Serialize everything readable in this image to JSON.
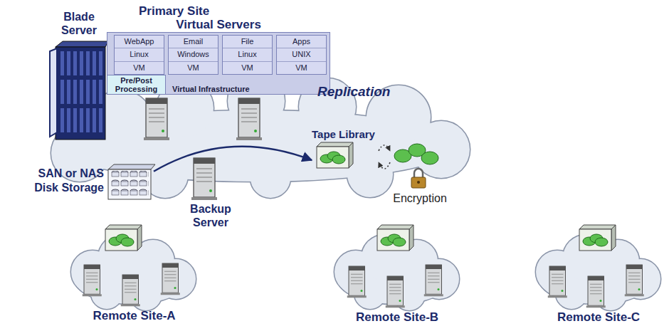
{
  "diagram": {
    "title": "Primary Site",
    "nodes": [
      {
        "text": [
          "Virtual Servers",
          "Virtual Infrastructure"
        ]
      },
      {
        "text": [
          "WebApp",
          "Linux",
          "VM"
        ],
        "in": 0
      },
      {
        "text": [
          "Email",
          "Windows",
          "VM"
        ],
        "in": 0
      },
      {
        "text": [
          "File",
          "Linux",
          "VM"
        ],
        "in": 0
      },
      {
        "text": [
          "Apps",
          "UNIX",
          "VM"
        ],
        "in": 0
      },
      {
        "text": [
          "Pre/Post Processing"
        ],
        "in": 0
      },
      {
        "text": [
          "Blade Server"
        ]
      },
      {
        "text": [
          "SAN or NAS Disk Storage"
        ]
      },
      {
        "text": [
          "Backup Server"
        ]
      },
      {
        "text": [
          "Tape Library"
        ]
      },
      {
        "text": [
          "Encryption"
        ]
      },
      {
        "text": [
          "Remote Site-A"
        ]
      },
      {
        "text": [
          "Remote Site-B"
        ]
      },
      {
        "text": [
          "Remote Site-C"
        ]
      }
    ],
    "edges": [
      {
        "from": 7,
        "to": 9,
        "arrow": "to"
      },
      {
        "from": 9,
        "to": 10,
        "arrow": "to"
      },
      {
        "from": 10,
        "to": 9,
        "arrow": "to"
      }
    ],
    "labels": [
      "Replication"
    ]
  }
}
